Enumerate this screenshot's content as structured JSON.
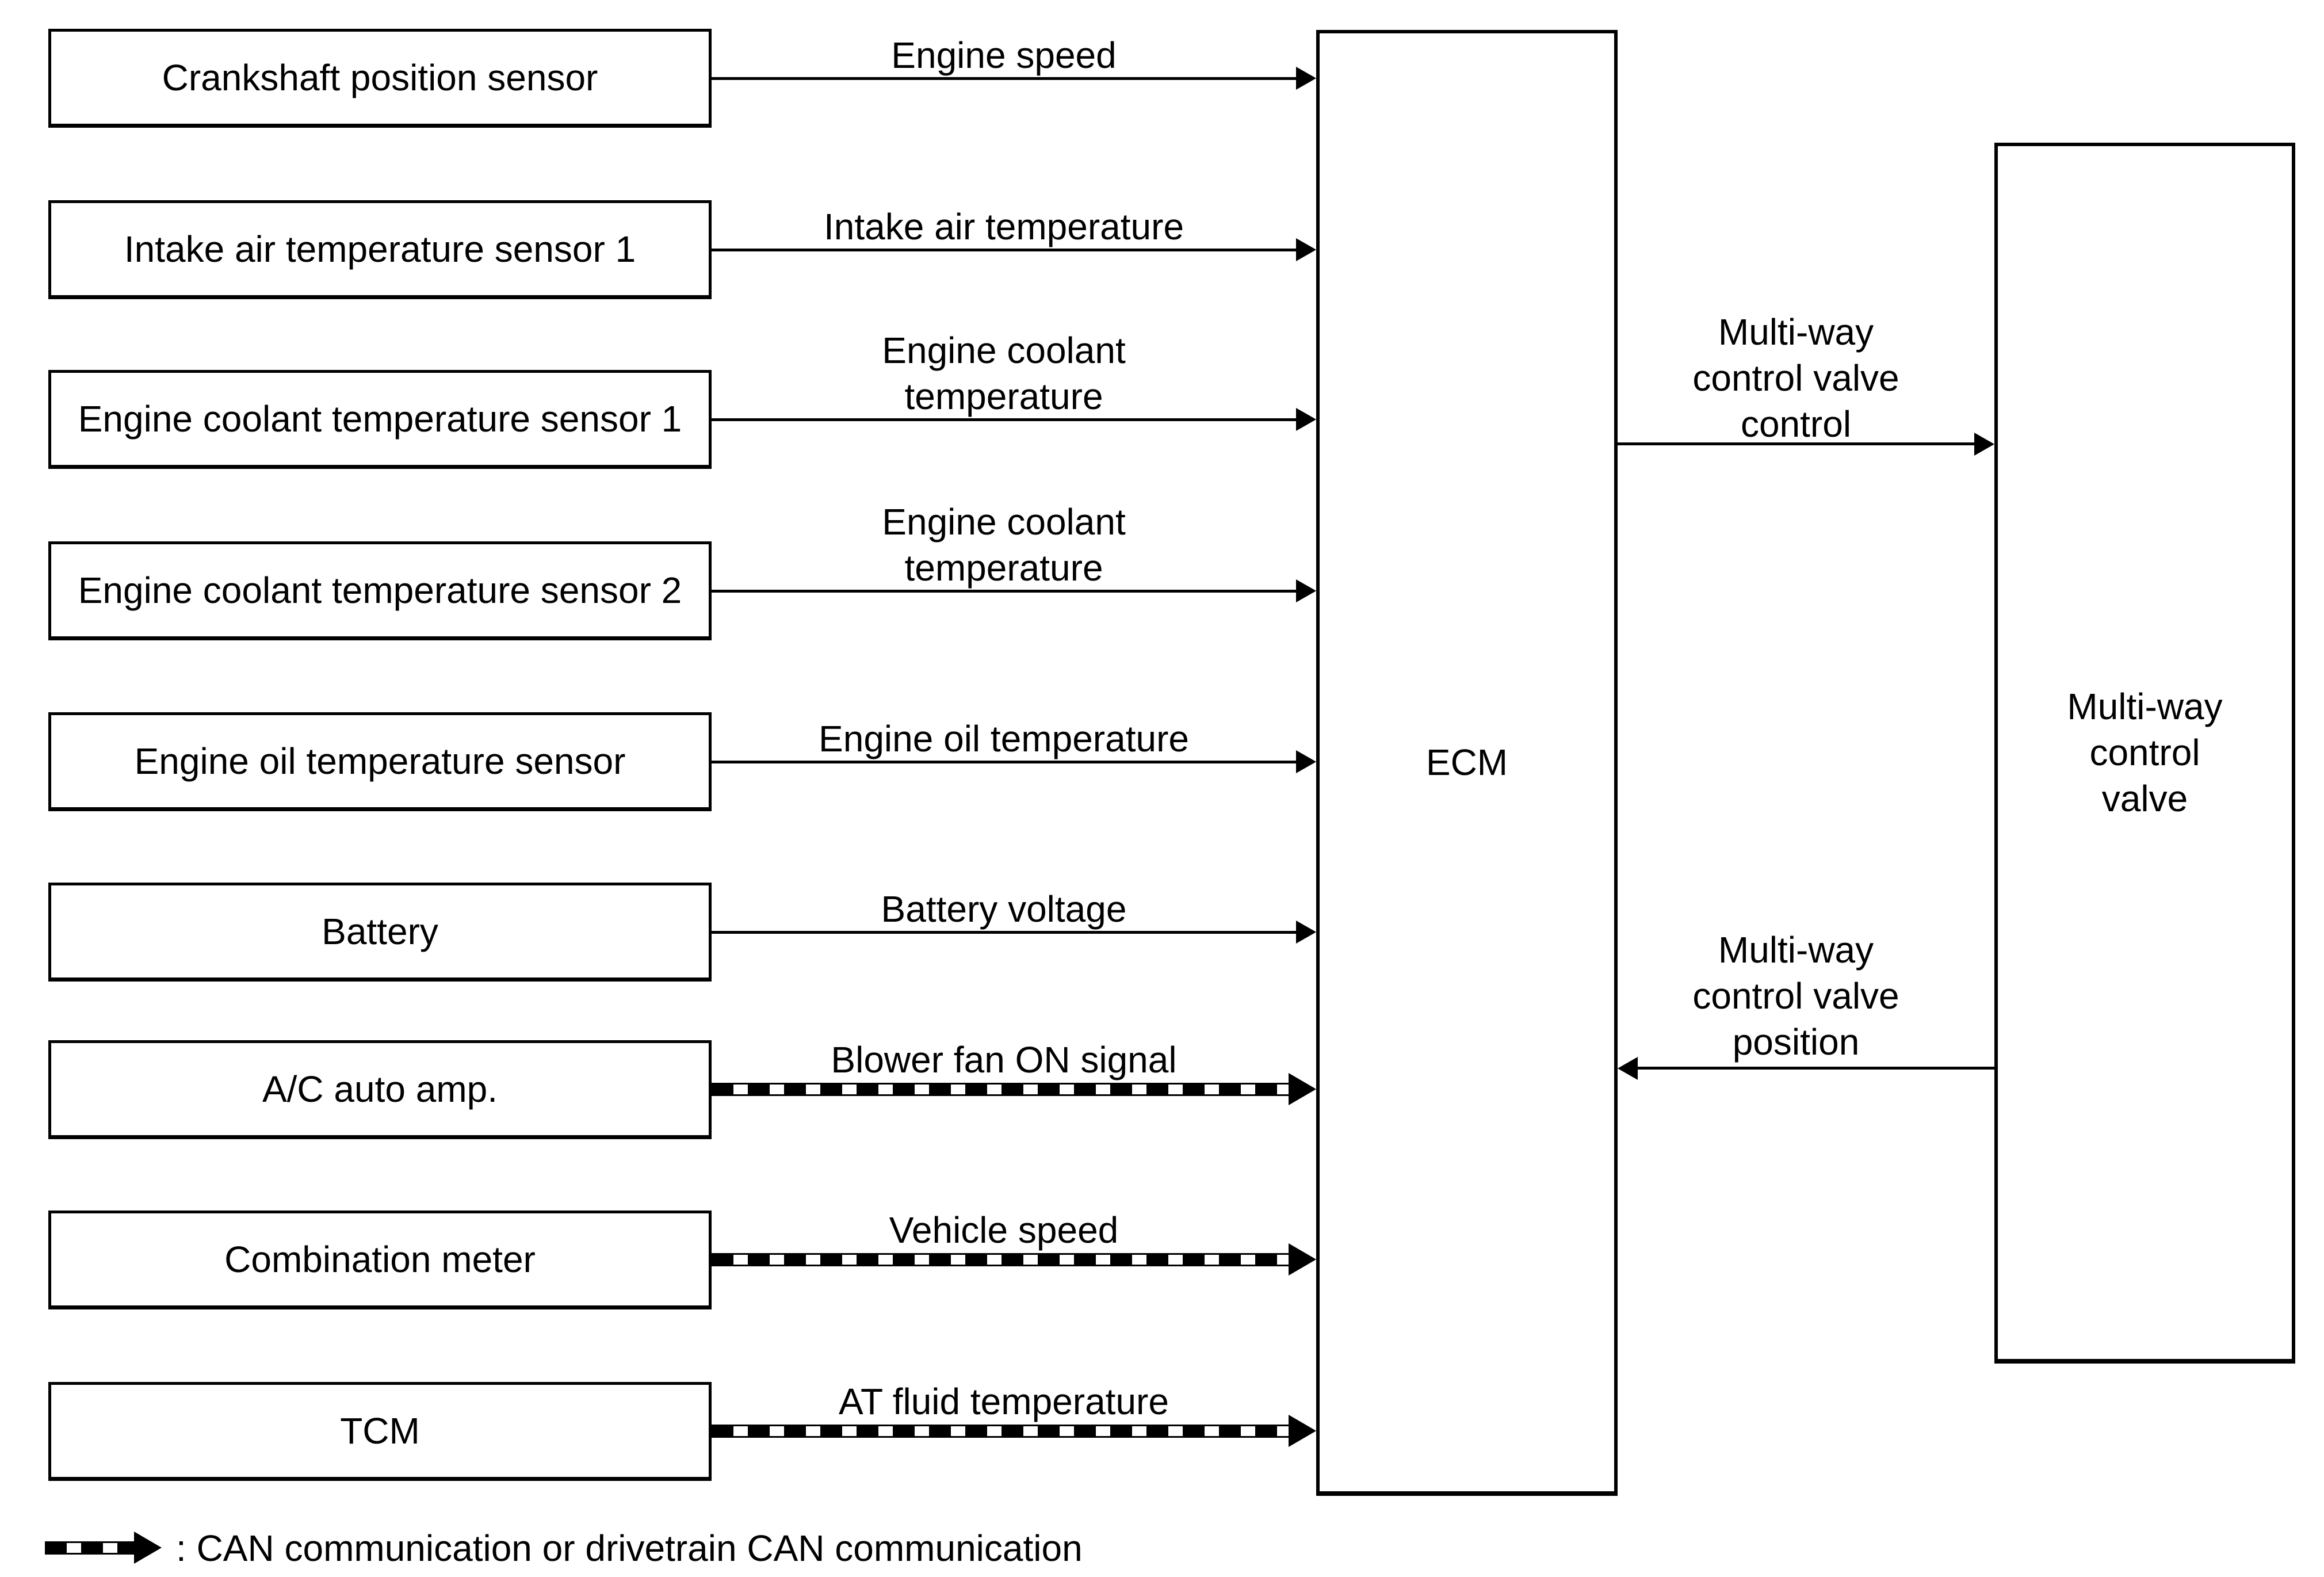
{
  "nodes": {
    "sources": [
      {
        "label": "Crankshaft position sensor",
        "signal_lines": [
          "Engine speed"
        ],
        "can": false
      },
      {
        "label": "Intake air temperature sensor 1",
        "signal_lines": [
          "Intake air temperature"
        ],
        "can": false
      },
      {
        "label": "Engine coolant temperature sensor 1",
        "signal_lines": [
          "Engine coolant",
          "temperature"
        ],
        "can": false
      },
      {
        "label": "Engine coolant temperature sensor 2",
        "signal_lines": [
          "Engine coolant",
          "temperature"
        ],
        "can": false
      },
      {
        "label": "Engine oil temperature sensor",
        "signal_lines": [
          "Engine oil temperature"
        ],
        "can": false
      },
      {
        "label": "Battery",
        "signal_lines": [
          "Battery voltage"
        ],
        "can": false
      },
      {
        "label": "A/C auto amp.",
        "signal_lines": [
          "Blower fan ON signal"
        ],
        "can": true
      },
      {
        "label": "Combination meter",
        "signal_lines": [
          "Vehicle speed"
        ],
        "can": true
      },
      {
        "label": "TCM",
        "signal_lines": [
          "AT fluid temperature"
        ],
        "can": true
      }
    ],
    "ecm": {
      "label": "ECM"
    },
    "valve": {
      "lines": [
        "Multi-way",
        "control",
        "valve"
      ]
    }
  },
  "outputs": {
    "control": {
      "lines": [
        "Multi-way",
        "control valve",
        "control"
      ]
    },
    "position": {
      "lines": [
        "Multi-way",
        "control valve",
        "position"
      ]
    }
  },
  "legend": {
    "text": ": CAN communication or drivetrain CAN communication"
  },
  "colors": {
    "ink": "#000000",
    "background": "#ffffff"
  }
}
